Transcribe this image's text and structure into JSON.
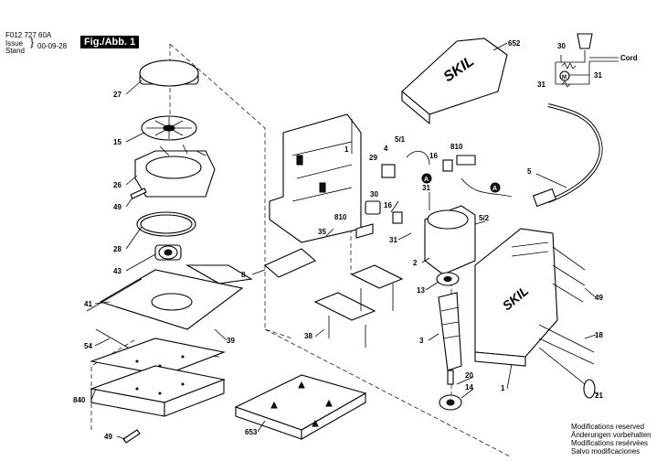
{
  "header": {
    "doc_number": "F012 727 60A",
    "issue_label": "Issue",
    "stand_label": "Stand",
    "date": "00-09-28",
    "figure": "Fig./Abb. 1"
  },
  "notes": [
    "Modifications reserved",
    "Änderungen vorbehalten",
    "Modifications resérvées",
    "Salvo modificaciones"
  ],
  "wiring": {
    "label_30": "30",
    "label_31a": "31",
    "label_31b": "31",
    "motor": "M",
    "cord": "Cord"
  },
  "brand_logo": "SKIL",
  "connector_marker": "A",
  "parts": [
    {
      "id": "27"
    },
    {
      "id": "15"
    },
    {
      "id": "26"
    },
    {
      "id": "49"
    },
    {
      "id": "28"
    },
    {
      "id": "43"
    },
    {
      "id": "41"
    },
    {
      "id": "54"
    },
    {
      "id": "39"
    },
    {
      "id": "840"
    },
    {
      "id": "49"
    },
    {
      "id": "653"
    },
    {
      "id": "652"
    },
    {
      "id": "1"
    },
    {
      "id": "8"
    },
    {
      "id": "35"
    },
    {
      "id": "29"
    },
    {
      "id": "4"
    },
    {
      "id": "5/1"
    },
    {
      "id": "16"
    },
    {
      "id": "810"
    },
    {
      "id": "30"
    },
    {
      "id": "31"
    },
    {
      "id": "16"
    },
    {
      "id": "810"
    },
    {
      "id": "31"
    },
    {
      "id": "2"
    },
    {
      "id": "5/2"
    },
    {
      "id": "5"
    },
    {
      "id": "13"
    },
    {
      "id": "38"
    },
    {
      "id": "3"
    },
    {
      "id": "20"
    },
    {
      "id": "14"
    },
    {
      "id": "1"
    },
    {
      "id": "49"
    },
    {
      "id": "18"
    },
    {
      "id": "21"
    }
  ]
}
